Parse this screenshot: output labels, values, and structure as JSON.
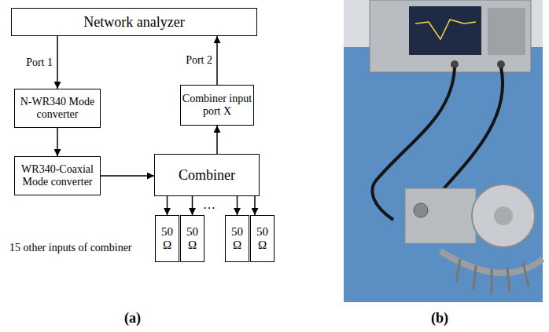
{
  "diagram": {
    "nodes": [
      {
        "text": [
          "Network analyzer"
        ]
      },
      {
        "text": [
          "N-WR340 Mode converter"
        ]
      },
      {
        "text": [
          "Combiner input port X"
        ]
      },
      {
        "text": [
          "WR340-Coaxial Mode converter"
        ]
      },
      {
        "text": [
          "Combiner"
        ]
      },
      {
        "text": [
          "50 Ω"
        ]
      },
      {
        "text": [
          "50 Ω"
        ]
      },
      {
        "text": [
          "50 Ω"
        ]
      },
      {
        "text": [
          "50 Ω"
        ]
      }
    ],
    "edges": [
      {
        "from": 0,
        "to": 1,
        "arrow": "to",
        "label": "Port 1"
      },
      {
        "from": 1,
        "to": 3,
        "arrow": "to"
      },
      {
        "from": 3,
        "to": 4,
        "arrow": "to"
      },
      {
        "from": 4,
        "to": 2,
        "arrow": "to"
      },
      {
        "from": 2,
        "to": 0,
        "arrow": "to",
        "label": "Port 2"
      },
      {
        "from": 4,
        "to": 5,
        "arrow": "to"
      },
      {
        "from": 4,
        "to": 6,
        "arrow": "to"
      },
      {
        "from": 4,
        "to": 7,
        "arrow": "to"
      },
      {
        "from": 4,
        "to": 8,
        "arrow": "to"
      }
    ],
    "labels": [
      "15 other inputs of combiner",
      "…",
      "(a)",
      "(b)"
    ]
  }
}
